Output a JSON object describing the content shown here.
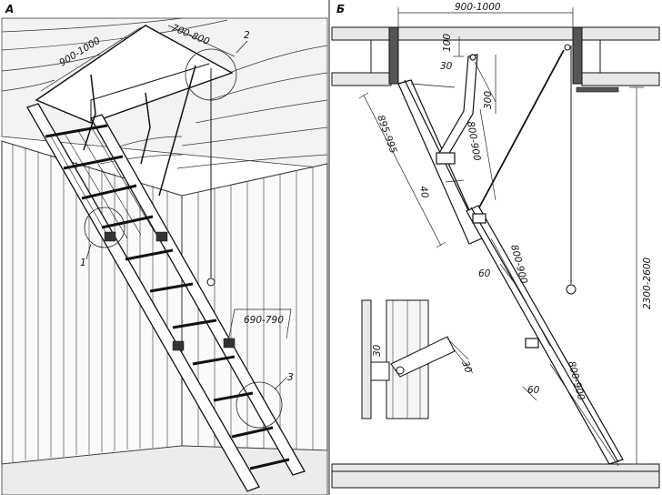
{
  "panel_a": {
    "letter": "А",
    "dimensions": {
      "hatch_length": "900-1000",
      "hatch_width": "700-800",
      "ladder_width": "690-790"
    },
    "callouts": [
      "1",
      "2",
      "3"
    ]
  },
  "panel_b": {
    "letter": "Б",
    "dimensions": {
      "opening_width": "900-1000",
      "d100": "100",
      "d30_top": "30",
      "d300": "300",
      "section_895_995": "895-995",
      "section_800_900_upper": "800-900",
      "d40": "40",
      "section_800_900_mid": "800-900",
      "d60_mid": "60",
      "section_800_900_lower": "800-900",
      "d60_low": "60",
      "height": "2300-2600",
      "detail_30_a": "30",
      "detail_30_b": "30"
    }
  }
}
